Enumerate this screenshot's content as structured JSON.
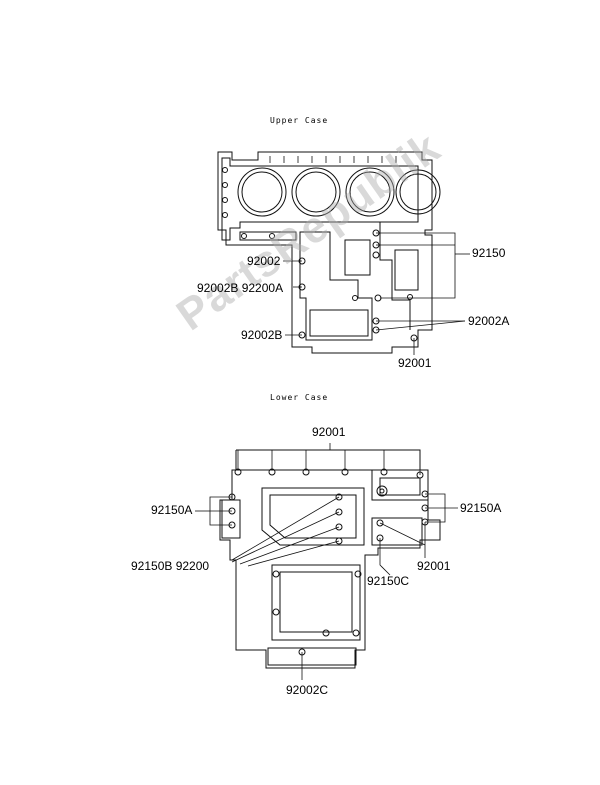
{
  "sections": {
    "upper_title": "Upper Case",
    "lower_title": "Lower Case"
  },
  "watermark": "PartsRepublik",
  "upper_labels": {
    "p92150": "92150",
    "p92002": "92002",
    "p92002B_92200A": "92002B 92200A",
    "p92002A": "92002A",
    "p92002B": "92002B",
    "p92001": "92001"
  },
  "lower_labels": {
    "p92001_top": "92001",
    "p92150A_left": "92150A",
    "p92150A_right": "92150A",
    "p92150B_92200": "92150B 92200",
    "p92150C": "92150C",
    "p92001_right": "92001",
    "p92002C": "92002C"
  },
  "colors": {
    "line": "#111111",
    "watermark": "#aaaaaa"
  }
}
